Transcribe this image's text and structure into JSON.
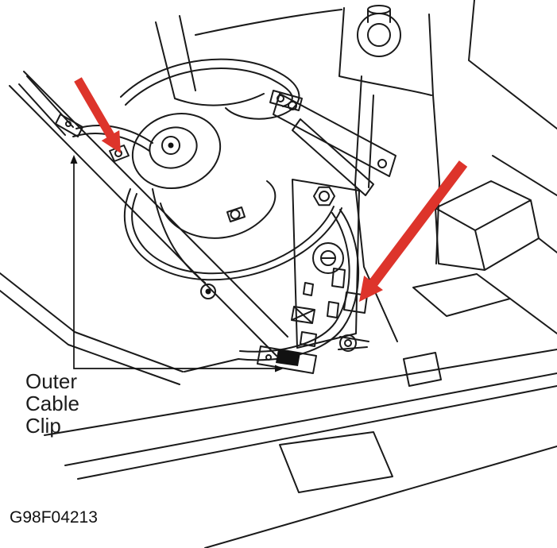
{
  "diagram": {
    "annotation": {
      "label_text": "Outer Cable Clip",
      "lines": [
        "Outer",
        "Cable",
        "Clip"
      ]
    },
    "figure_code": "G98F04213",
    "colors": {
      "arrow_red": "#dd342b",
      "line_black": "#1a1a1a",
      "background": "#ffffff"
    }
  }
}
